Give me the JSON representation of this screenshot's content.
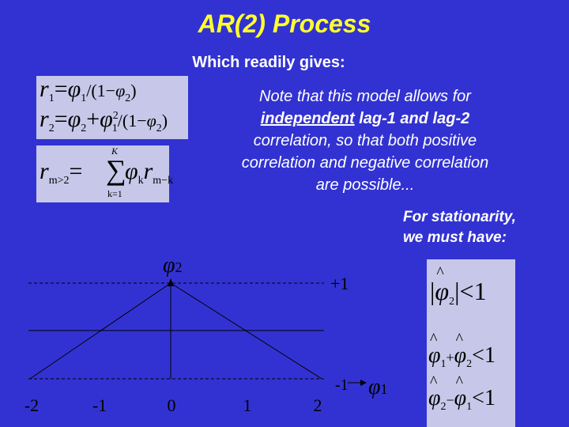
{
  "title": "AR(2) Process",
  "subtitle": "Which readily gives:",
  "note": {
    "line1": "Note that this model allows for",
    "emph": "independent",
    "line2_rest": " lag-1 and lag-2",
    "line3": "correlation, so that both positive",
    "line4": "correlation and negative correlation",
    "line5": "are possible..."
  },
  "stationarity": {
    "line1": "For stationarity,",
    "line2": "we must have:"
  },
  "equations": {
    "r1": {
      "lhs": "r",
      "lhs_sub": "1",
      "eq": "=",
      "phi": "φ",
      "phi_sub": "1",
      "rest": "/(1−",
      "phi2": "φ",
      "phi2_sub": "2",
      "close": ")"
    },
    "r2": {
      "lhs": "r",
      "lhs_sub": "2",
      "eq": "=",
      "phi": "φ",
      "phi_sub": "2",
      "plus": "+",
      "phi1": "φ",
      "sup": "2",
      "phi1_sub": "1",
      "rest": "/(1−",
      "phi3": "φ",
      "phi3_sub": "2",
      "close": ")"
    },
    "rm": {
      "lhs": "r",
      "lhs_sub": "m>2",
      "eq": "=",
      "sum": "∑",
      "sum_top": "K",
      "sum_bottom": "k=1",
      "phi": "φ",
      "phi_sub": "k",
      "r": "r",
      "r_sub": "m−k"
    },
    "c1": {
      "phi": "φ",
      "sub": "2",
      "rel": "<1"
    },
    "c2": {
      "phi_a": "φ",
      "sub_a": "1",
      "op": "+",
      "phi_b": "φ",
      "sub_b": "2",
      "rel": "<1"
    },
    "c3": {
      "phi_a": "φ",
      "sub_a": "2",
      "op": "−",
      "phi_b": "φ",
      "sub_b": "1",
      "rel": "<1"
    }
  },
  "diagram": {
    "y_axis_label": "φ",
    "y_axis_sub": "2",
    "x_axis_label": "φ",
    "x_axis_sub": "1",
    "plus_one": "+1",
    "minus_one": "-1",
    "ticks": [
      "-2",
      "-1",
      "0",
      "1",
      "2"
    ]
  },
  "colors": {
    "background": "#3232d2",
    "title": "#ffff2e",
    "box": "#c7c7e9",
    "text": "#ffffff"
  }
}
